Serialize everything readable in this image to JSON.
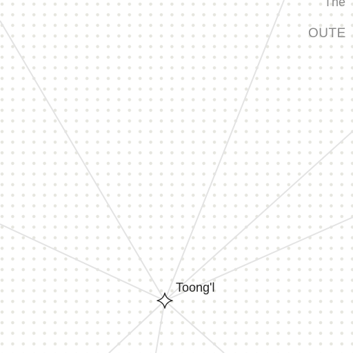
{
  "map": {
    "background_color": "#ffffff",
    "dot_color": "#e6e6df",
    "road_color": "#e3e3e3",
    "place_marker": {
      "name": "Toong'l",
      "icon": "four-point-star-icon"
    },
    "labels": {
      "region_partial_top": "The",
      "region_partial_main": "OUTE"
    }
  }
}
